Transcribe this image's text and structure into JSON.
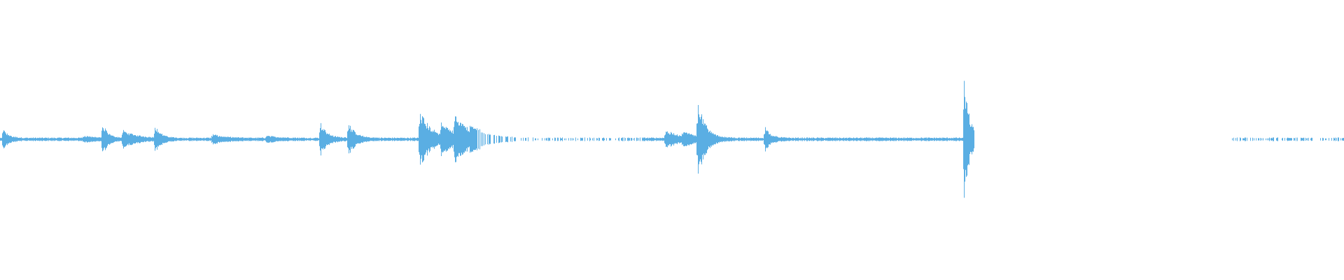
{
  "waveform": {
    "color": "#5aaee3",
    "background": "#ffffff",
    "amplitude_range": [
      -1,
      1
    ],
    "baseline_amplitude": 0.012,
    "gaps": [
      {
        "start": 0.7245,
        "end": 0.9165
      }
    ],
    "sparse_regions": [
      {
        "start": 0.355,
        "end": 0.478
      },
      {
        "start": 0.9165,
        "end": 1.0
      }
    ],
    "events": [
      {
        "t": 0.002,
        "amp": 0.07,
        "decay": 0.004
      },
      {
        "t": 0.062,
        "amp": 0.02,
        "decay": 0.008
      },
      {
        "t": 0.076,
        "amp": 0.11,
        "decay": 0.004
      },
      {
        "t": 0.091,
        "amp": 0.06,
        "decay": 0.01
      },
      {
        "t": 0.115,
        "amp": 0.1,
        "decay": 0.004
      },
      {
        "t": 0.158,
        "amp": 0.03,
        "decay": 0.008
      },
      {
        "t": 0.198,
        "amp": 0.02,
        "decay": 0.008
      },
      {
        "t": 0.238,
        "amp": 0.12,
        "decay": 0.005
      },
      {
        "t": 0.259,
        "amp": 0.12,
        "decay": 0.005
      },
      {
        "t": 0.312,
        "amp": 0.22,
        "decay": 0.008
      },
      {
        "t": 0.328,
        "amp": 0.09,
        "decay": 0.012
      },
      {
        "t": 0.338,
        "amp": 0.14,
        "decay": 0.012
      },
      {
        "t": 0.35,
        "amp": 0.05,
        "decay": 0.01
      },
      {
        "t": 0.495,
        "amp": 0.06,
        "decay": 0.01
      },
      {
        "t": 0.508,
        "amp": 0.04,
        "decay": 0.01
      },
      {
        "t": 0.519,
        "amp": 0.3,
        "decay": 0.005
      },
      {
        "t": 0.569,
        "amp": 0.09,
        "decay": 0.004
      },
      {
        "t": 0.717,
        "amp": 0.45,
        "decay": 0.004
      }
    ]
  }
}
